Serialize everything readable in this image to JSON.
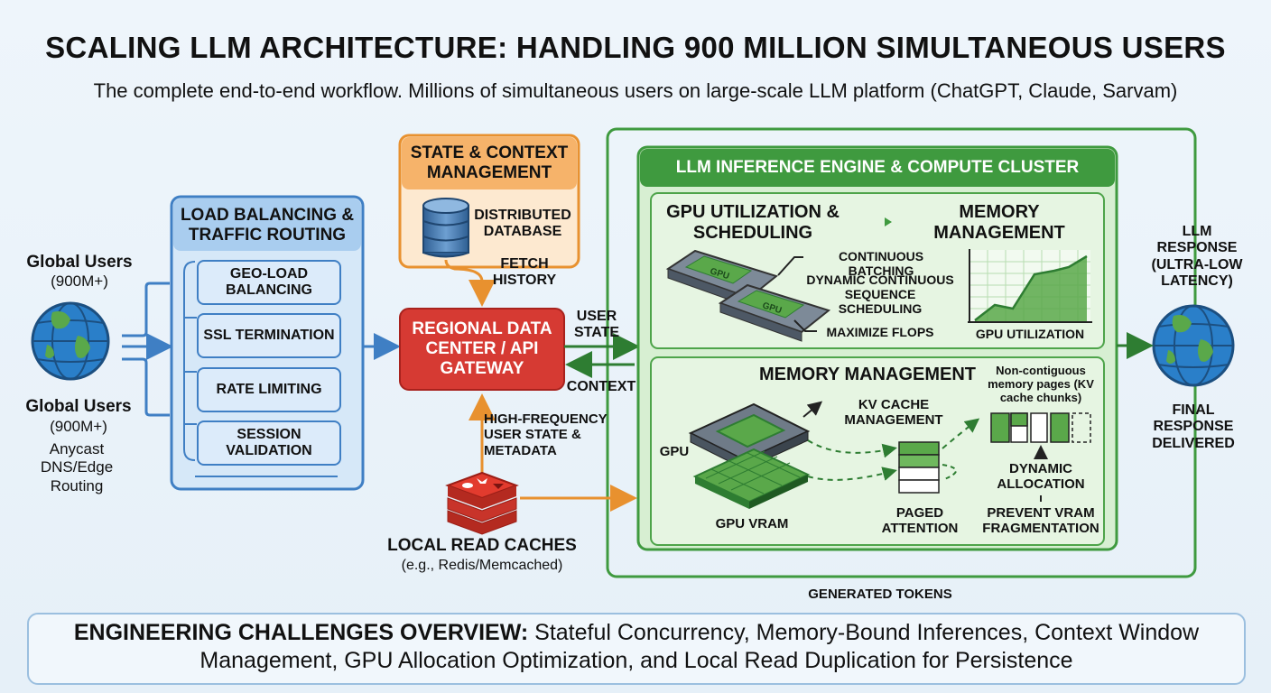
{
  "title": "SCALING LLM ARCHITECTURE: HANDLING 900 MILLION SIMULTANEOUS USERS",
  "subtitle": "The complete end-to-end workflow. Millions of simultaneous users on large-scale LLM platform (ChatGPT, Claude, Sarvam)",
  "users": {
    "top_label": "Global Users",
    "top_count": "(900M+)",
    "bottom_label": "Global Users",
    "bottom_count": "(900M+)",
    "routing_note": "Anycast DNS/Edge Routing"
  },
  "load_balancing": {
    "title": "LOAD BALANCING & TRAFFIC ROUTING",
    "steps": [
      "GEO-LOAD BALANCING",
      "SSL TERMINATION",
      "RATE LIMITING",
      "SESSION VALIDATION"
    ]
  },
  "state_context": {
    "title": "STATE & CONTEXT MANAGEMENT",
    "db_label": "DISTRIBUTED DATABASE",
    "fetch_label": "FETCH HISTORY"
  },
  "gateway": {
    "label": "REGIONAL DATA CENTER / API GATEWAY",
    "user_state": "USER STATE",
    "context": "CONTEXT",
    "high_freq": "HIGH-FREQUENCY USER STATE & METADATA"
  },
  "cache": {
    "label": "LOCAL READ CACHES",
    "sub": "(e.g., Redis/Memcached)"
  },
  "engine": {
    "title": "LLM INFERENCE ENGINE & COMPUTE CLUSTER",
    "gpu_util_title": "GPU UTILIZATION & SCHEDULING",
    "mem_title_top": "MEMORY MANAGEMENT",
    "gpu_chip_label": "GPU",
    "continuous_batching": "CONTINUOUS BATCHING",
    "dynamic_sched": "DYNAMIC CONTINUOUS SEQUENCE SCHEDULING",
    "maximize_flops": "MAXIMIZE FLOPS",
    "chart_label": "GPU UTILIZATION",
    "mem_title": "MEMORY MANAGEMENT",
    "kv_cache": "KV CACHE MANAGEMENT",
    "gpu_label": "GPU",
    "gpu_vram": "GPU VRAM",
    "paged_attention": "PAGED ATTENTION",
    "noncontig": "Non-contiguous memory pages (KV cache chunks)",
    "dynamic_alloc": "DYNAMIC ALLOCATION",
    "prevent_frag": "PREVENT VRAM FRAGMENTATION",
    "generated_tokens": "GENERATED TOKENS"
  },
  "response": {
    "top": "LLM RESPONSE (ULTRA-LOW LATENCY)",
    "bottom": "FINAL RESPONSE DELIVERED"
  },
  "challenges": {
    "heading": "ENGINEERING CHALLENGES OVERVIEW:",
    "text": "Stateful Concurrency, Memory-Bound Inferences, Context Window Management, GPU Allocation Optimization, and Local Read Duplication for Persistence"
  },
  "colors": {
    "blue": "#3f7fc4",
    "orange": "#e8912f",
    "red": "#d63a33",
    "green": "#3f9a3f",
    "dark_green": "#2e7d32"
  }
}
